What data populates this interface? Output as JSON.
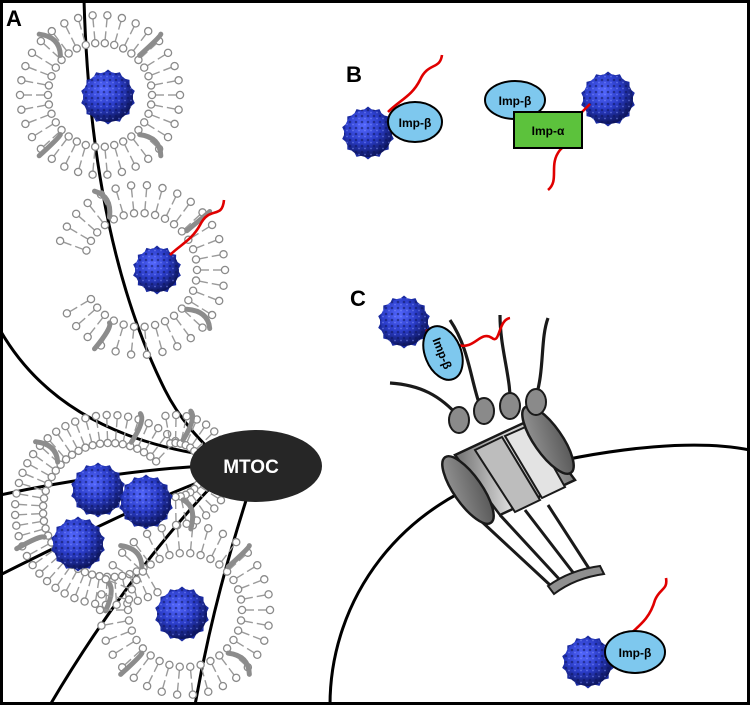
{
  "panels": {
    "a": "A",
    "b": "B",
    "c": "C"
  },
  "labels": {
    "mtoc": "MTOC",
    "imp_beta": "Imp-β",
    "imp_alpha": "Imp-α"
  },
  "colors": {
    "virus": "#2a3cc8",
    "virus_dark": "#101a7a",
    "importin_beta": "#7ec8ee",
    "importin_alpha": "#5cc23c",
    "peptide": "#e00000",
    "lipid": "#9a9a9a",
    "mtoc": "#262626",
    "microtubule": "#000000"
  }
}
